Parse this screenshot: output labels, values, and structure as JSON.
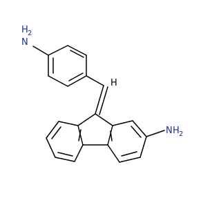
{
  "molecule": {
    "atoms": {
      "nh2_top": {
        "n": "N",
        "h_label": "H",
        "h_count": "2"
      },
      "nh2_right": {
        "n": "N",
        "h_label": "H",
        "h_count": "2"
      },
      "methine_h": "H"
    }
  },
  "colors": {
    "heteroatom": "#1a2b9c",
    "bond": "#000000",
    "background": "#ffffff"
  }
}
